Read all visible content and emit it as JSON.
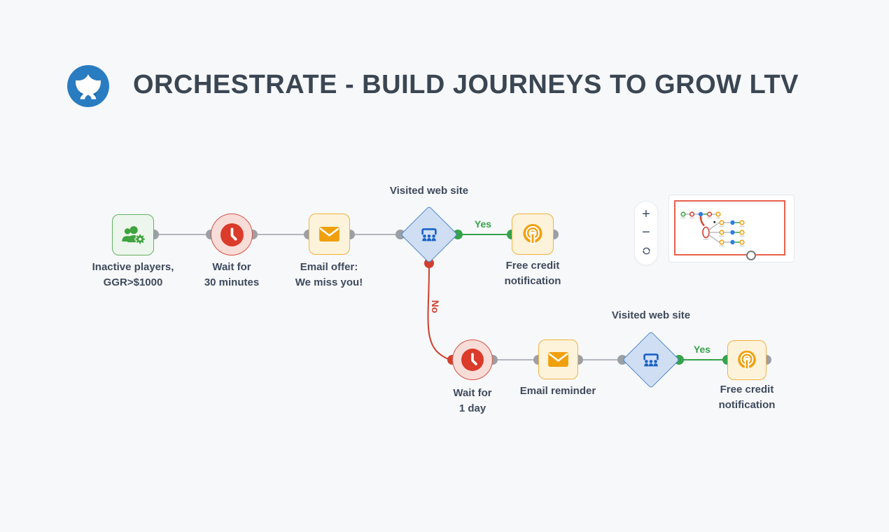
{
  "header": {
    "title": "ORCHESTRATE - BUILD JOURNEYS TO GROW LTV",
    "logo_icon": "whale-tail-logo"
  },
  "canvas": {
    "nodes": [
      {
        "id": "segment",
        "type": "segment",
        "icon": "users-gear-icon",
        "label_line1": "Inactive players,",
        "label_line2": "GGR>$1000"
      },
      {
        "id": "wait-30min",
        "type": "wait",
        "icon": "clock-icon",
        "label_line1": "Wait for",
        "label_line2": "30 minutes"
      },
      {
        "id": "email-offer",
        "type": "email",
        "icon": "envelope-icon",
        "label_line1": "Email offer:",
        "label_line2": "We miss you!"
      },
      {
        "id": "condition-1",
        "type": "condition",
        "icon": "website-visitors-icon",
        "label": "Visited web site"
      },
      {
        "id": "notification-1",
        "type": "notification",
        "icon": "broadcast-icon",
        "label_line1": "Free credit",
        "label_line2": "notification"
      },
      {
        "id": "wait-1day",
        "type": "wait",
        "icon": "clock-icon",
        "label_line1": "Wait for",
        "label_line2": "1 day"
      },
      {
        "id": "email-reminder",
        "type": "email",
        "icon": "envelope-icon",
        "label_line1": "Email reminder"
      },
      {
        "id": "condition-2",
        "type": "condition",
        "icon": "website-visitors-icon",
        "label": "Visited web site"
      },
      {
        "id": "notification-2",
        "type": "notification",
        "icon": "broadcast-icon",
        "label_line1": "Free credit",
        "label_line2": "notification"
      }
    ],
    "edges": {
      "yes1_label": "Yes",
      "no1_label": "No",
      "yes2_label": "Yes"
    }
  },
  "controls": {
    "zoom_in_label": "+",
    "zoom_out_label": "−",
    "refresh_icon": "refresh-icon"
  },
  "minimap": {
    "viewport_color": "#e8604c"
  },
  "colors": {
    "background": "#f7f8fa",
    "segment_green": "#3fa33f",
    "wait_red": "#da3b2a",
    "email_orange": "#f0a00d",
    "condition_blue": "#1a62c6",
    "yes_green": "#36a24b",
    "no_red": "#cf3e2e",
    "connector_gray": "#b3b7bd",
    "title_text": "#3b4653",
    "label_text": "#3e4a5c"
  }
}
